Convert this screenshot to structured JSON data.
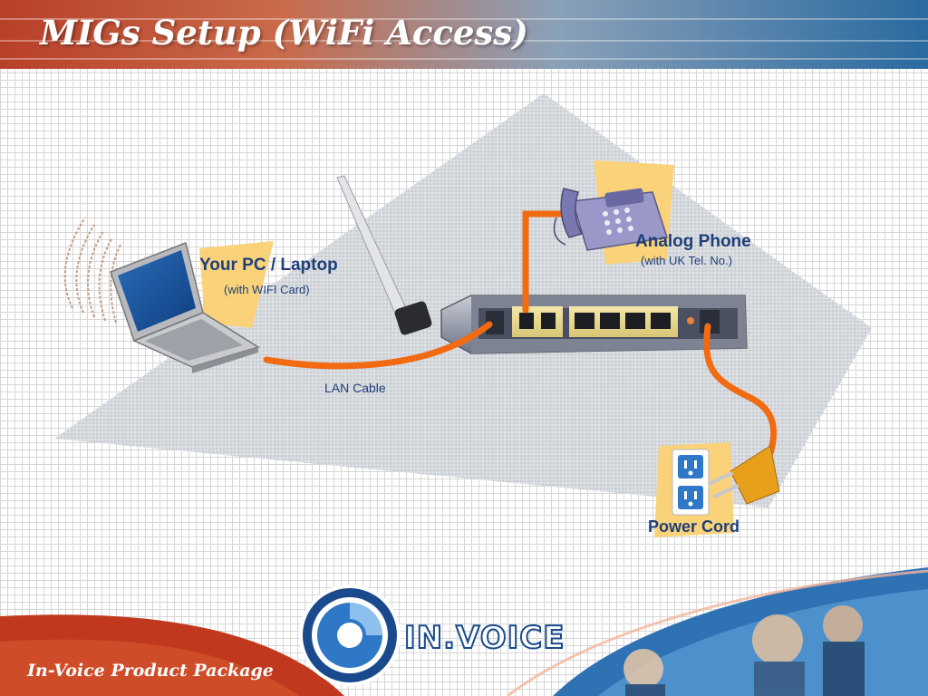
{
  "slide": {
    "title": "MIGs Setup (WiFi Access)",
    "footer": "In-Voice Product Package",
    "logo_text": "IN.VOICE"
  },
  "labels": {
    "pc": {
      "title": "Your PC / Laptop",
      "subtitle": "(with WIFI Card)"
    },
    "phone": {
      "title": "Analog Phone",
      "subtitle": "(with UK Tel. No.)"
    },
    "lan": "LAN Cable",
    "power": "Power Cord"
  },
  "colors": {
    "cable": "#f26a12",
    "label_card": "#f9d27a",
    "label_text": "#1f3f7a",
    "header_red": "#b8402a",
    "header_blue": "#2a6aa0",
    "logo_blue": "#1a4a8c"
  }
}
